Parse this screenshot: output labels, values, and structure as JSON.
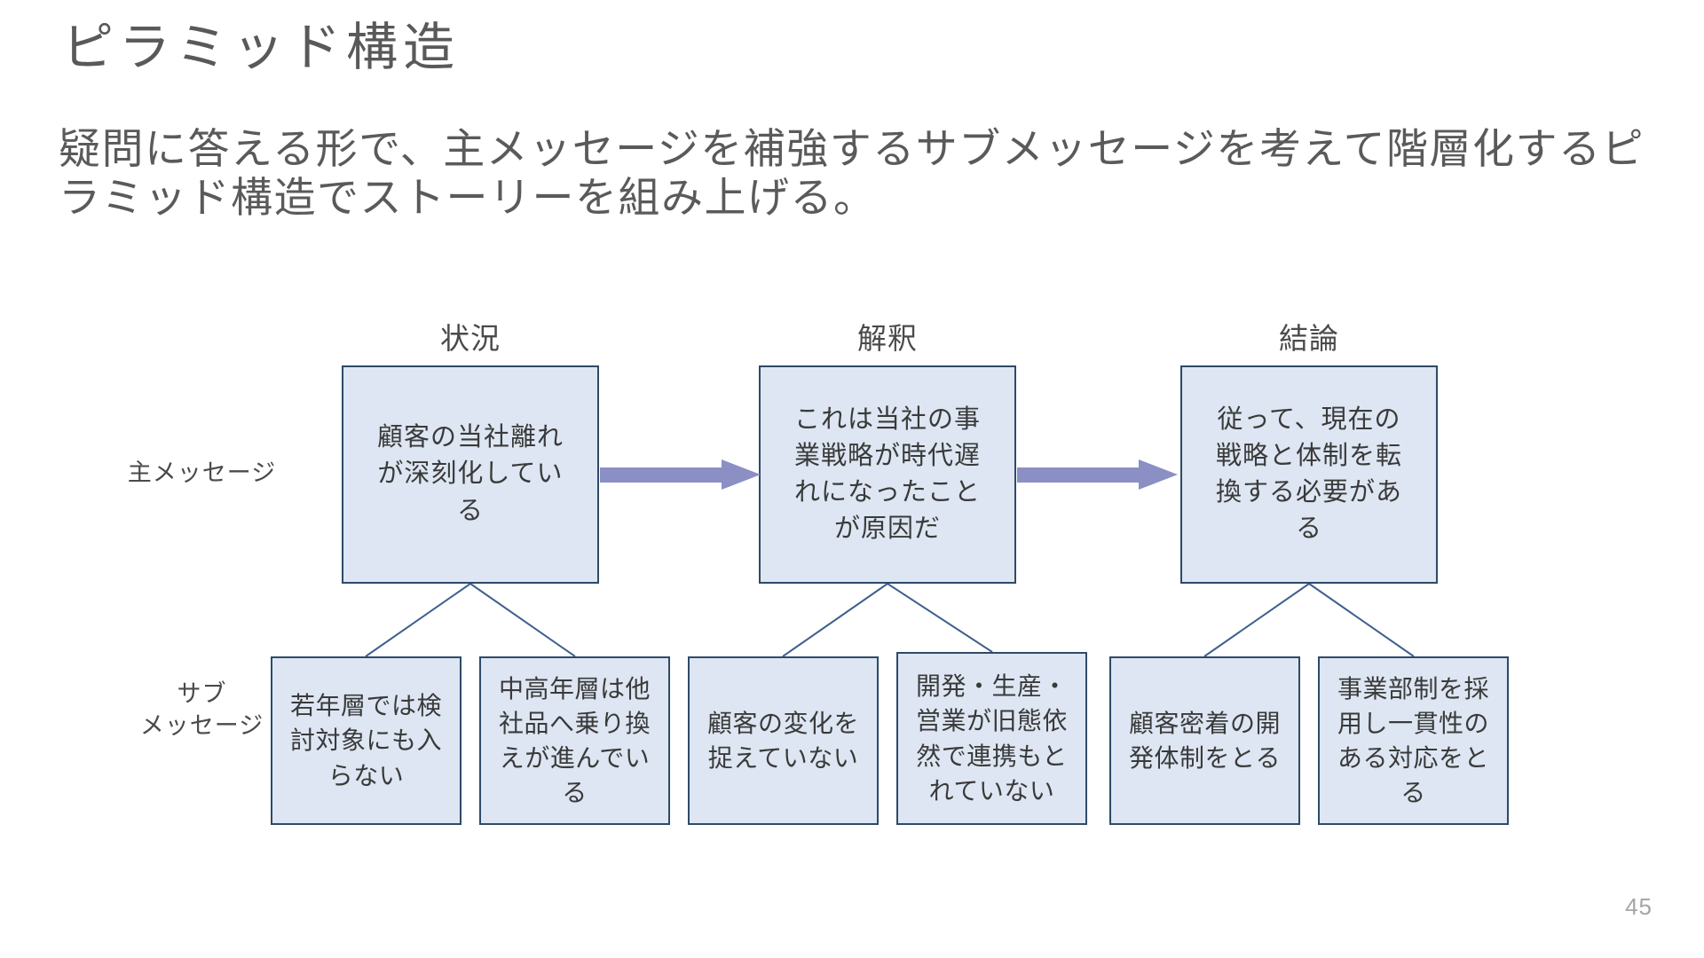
{
  "slide": {
    "title": "ピラミッド構造",
    "subtitle": "疑問に答える形で、主メッセージを補強するサブメッセージを考えて階層化するピラミッド構造でストーリーを組み上げる。",
    "page_number": "45"
  },
  "colors": {
    "box_fill": "#dde6f2",
    "box_border": "#2e4a68",
    "arrow": "#8b8fc4",
    "connector_line": "#3f5f8f",
    "title_text": "#595959",
    "body_text": "#3a3a3a",
    "page_number_text": "#a6a6a6",
    "background": "#ffffff"
  },
  "diagram": {
    "column_headers": [
      {
        "label": "状況"
      },
      {
        "label": "解釈"
      },
      {
        "label": "結論"
      }
    ],
    "row_labels": {
      "main": "主メッセージ",
      "sub_line1": "サブ",
      "sub_line2": "メッセージ"
    },
    "main_messages": [
      {
        "text": "顧客の当社離れが深刻化している"
      },
      {
        "text": "これは当社の事業戦略が時代遅れになったことが原因だ"
      },
      {
        "text": "従って、現在の戦略と体制を転換する必要がある"
      }
    ],
    "arrows": [
      {
        "name": "arrow-situation-to-interpretation"
      },
      {
        "name": "arrow-interpretation-to-conclusion"
      }
    ],
    "sub_messages": [
      {
        "text": "若年層では検討対象にも入らない"
      },
      {
        "text": "中高年層は他社品へ乗り換えが進んでいる"
      },
      {
        "text": "顧客の変化を捉えていない"
      },
      {
        "text": "開発・生産・営業が旧態依然で連携もとれていない"
      },
      {
        "text": "顧客密着の開発体制をとる"
      },
      {
        "text": "事業部制を採用し一貫性のある対応をとる"
      }
    ]
  }
}
